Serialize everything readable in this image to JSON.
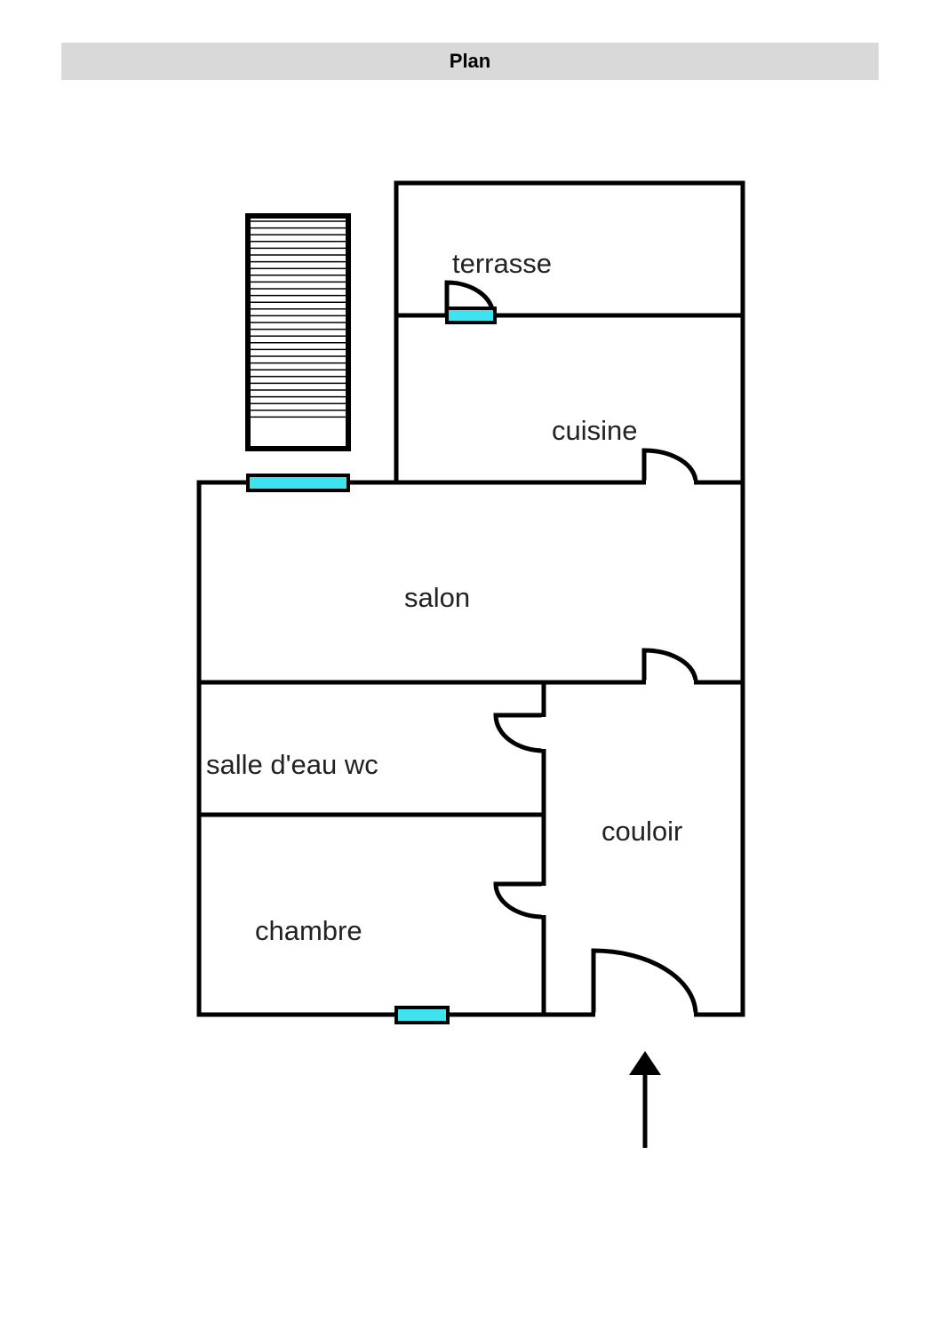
{
  "header": {
    "title": "Plan"
  },
  "plan": {
    "rooms": {
      "terrasse": "terrasse",
      "cuisine": "cuisine",
      "salon": "salon",
      "salle_eau": "salle d'eau wc",
      "couloir": "couloir",
      "chambre": "chambre"
    },
    "window_color": "#3fe3ef"
  }
}
